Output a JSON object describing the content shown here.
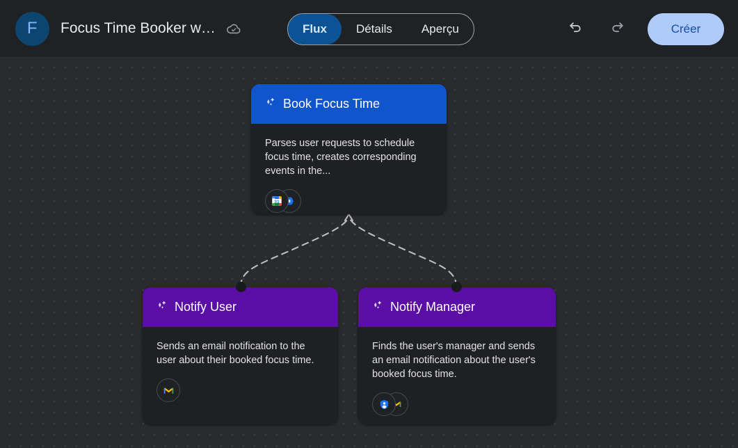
{
  "header": {
    "avatar_letter": "F",
    "app_title": "Focus Time Booker wi...",
    "cloud_icon": "cloud-done-icon",
    "tabs": [
      {
        "label": "Flux",
        "active": true
      },
      {
        "label": "Détails",
        "active": false
      },
      {
        "label": "Aperçu",
        "active": false
      }
    ],
    "undo_icon": "undo-icon",
    "redo_icon": "redo-icon",
    "create_label": "Créer"
  },
  "colors": {
    "canvas_bg": "#2a2b2e",
    "topbar_bg": "#202124",
    "card_body_bg": "#1f2023",
    "main_header": "#1155cc",
    "child_header": "#5b0ea6",
    "accent_button": "#aecbfa",
    "accent_button_text": "#174ea6",
    "active_tab": "#0b5394",
    "avatar_bg": "#0b4570",
    "avatar_text": "#8ab4f8",
    "edge_line": "#bdbdbd"
  },
  "nodes": [
    {
      "id": "book-focus-time",
      "title": "Book Focus Time",
      "description": "Parses user requests to schedule focus time, creates corresponding events in the...",
      "header_color": "#1155cc",
      "icon": "sparkle-icon",
      "apps": [
        "google-calendar-icon",
        "partial-blue-app-icon"
      ]
    },
    {
      "id": "notify-user",
      "title": "Notify User",
      "description": "Sends an email notification to the user about their booked focus time.",
      "header_color": "#5b0ea6",
      "icon": "sparkle-icon",
      "apps": [
        "gmail-icon"
      ]
    },
    {
      "id": "notify-manager",
      "title": "Notify Manager",
      "description": "Finds the user's manager and sends an email notification about the user's booked focus time.",
      "header_color": "#5b0ea6",
      "icon": "sparkle-icon",
      "apps": [
        "google-admin-icon",
        "gmail-icon"
      ]
    }
  ],
  "edges": [
    {
      "from": "notify-user",
      "to": "book-focus-time",
      "style": "dashed"
    },
    {
      "from": "notify-manager",
      "to": "book-focus-time",
      "style": "dashed"
    }
  ]
}
